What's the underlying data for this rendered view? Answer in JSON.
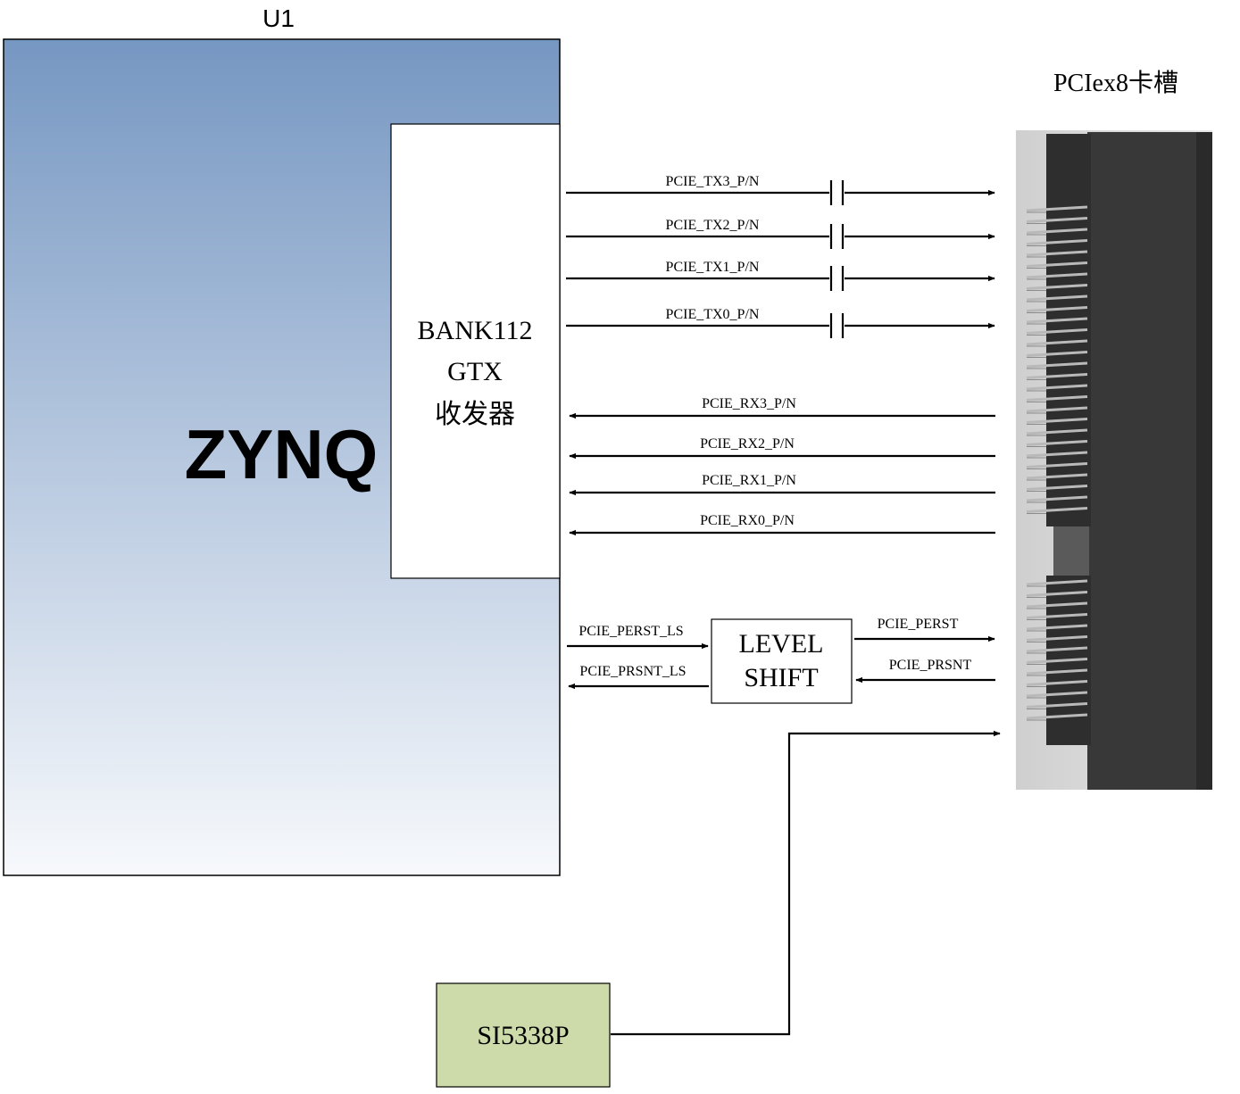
{
  "chip": {
    "ref": "U1",
    "name": "ZYNQ"
  },
  "bank": {
    "line1": "BANK112",
    "line2": "GTX",
    "line3": "收发器"
  },
  "slot": {
    "title": "PCIex8卡槽"
  },
  "tx_signals": [
    "PCIE_TX3_P/N",
    "PCIE_TX2_P/N",
    "PCIE_TX1_P/N",
    "PCIE_TX0_P/N"
  ],
  "rx_signals": [
    "PCIE_RX3_P/N",
    "PCIE_RX2_P/N",
    "PCIE_RX1_P/N",
    "PCIE_RX0_P/N"
  ],
  "level_shift": {
    "line1": "LEVEL",
    "line2": "SHIFT",
    "in_left": "PCIE_PERST_LS",
    "out_left": "PCIE_PRSNT_LS",
    "out_right": "PCIE_PERST",
    "in_right": "PCIE_PRSNT"
  },
  "clock": {
    "name": "SI5338P"
  },
  "colors": {
    "zynq_top": "#7697c2",
    "zynq_bottom": "#f7f9fc",
    "clock_fill": "#cddaa9",
    "connector_body": "#3a3a3a"
  }
}
